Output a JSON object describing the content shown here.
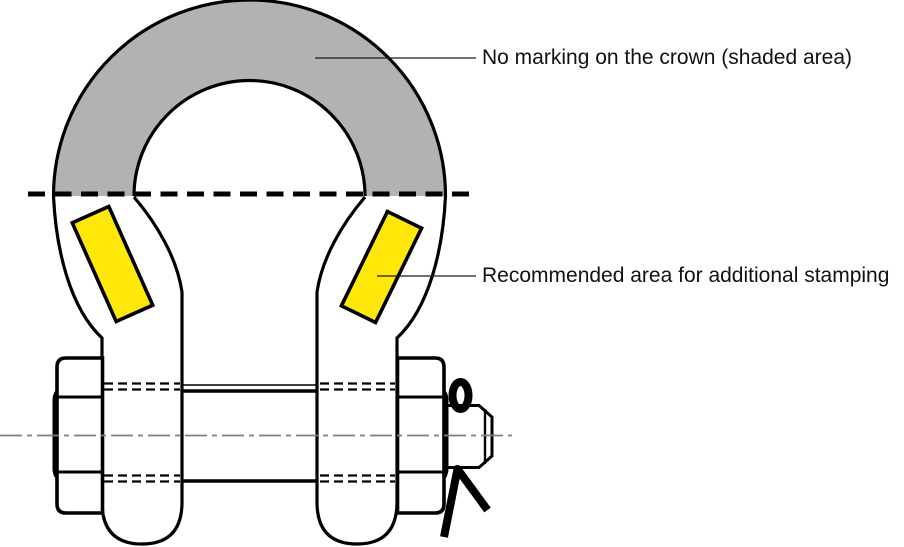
{
  "figure": {
    "kind": "technical-diagram",
    "subject": "bow shackle with safety bolt, nuts and cotter pin",
    "annotations": [
      {
        "text": "No marking on the crown (shaded area)",
        "target": "crown-shaded-area"
      },
      {
        "text": "Recommended area for additional stamping",
        "target": "stamping-area-right-leg"
      }
    ],
    "colors": {
      "crown_shade": "#b2b2b2",
      "stamping_highlight": "#ffe70a",
      "outline": "#000000",
      "centerline": "#7f7f7f"
    },
    "parts": [
      "crown-shaded-area",
      "section-boundary-dashed-line",
      "stamping-area-left",
      "stamping-area-right",
      "left-leg-eye",
      "right-leg-eye",
      "bolt-shank",
      "bolt-head-nut-left",
      "nut-right",
      "bolt-end",
      "cotter-pin",
      "axis-centerline"
    ]
  }
}
